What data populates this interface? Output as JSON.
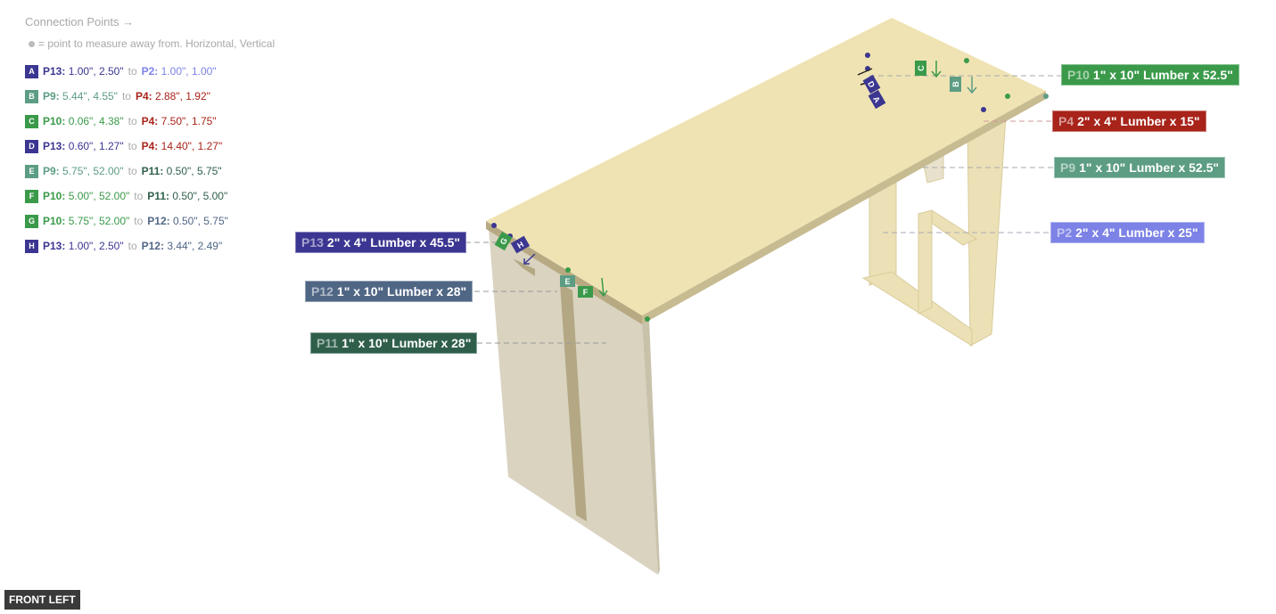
{
  "panel": {
    "title": "Connection Points →",
    "legend": "= point to measure away from. Horizontal, Vertical",
    "to_label": "to"
  },
  "colors": {
    "P13": "#3b3691",
    "P2": "#7c82e6",
    "P9": "#5c9d83",
    "P4": "#a8231a",
    "P10": "#3a9a4a",
    "P11": "#2f5f4b",
    "P12": "#506685",
    "tabletop": "#efe3b3",
    "leg_panel": "#d9d3c0"
  },
  "connections": [
    {
      "letter": "A",
      "from": "P13:",
      "from_coords": "1.00\", 2.50\"",
      "to": "P2:",
      "to_coords": "1.00\", 1.00\""
    },
    {
      "letter": "B",
      "from": "P9:",
      "from_coords": "5.44\", 4.55\"",
      "to": "P4:",
      "to_coords": "2.88\", 1.92\""
    },
    {
      "letter": "C",
      "from": "P10:",
      "from_coords": "0.06\", 4.38\"",
      "to": "P4:",
      "to_coords": "7.50\", 1.75\""
    },
    {
      "letter": "D",
      "from": "P13:",
      "from_coords": "0.60\", 1.27\"",
      "to": "P4:",
      "to_coords": "14.40\", 1.27\""
    },
    {
      "letter": "E",
      "from": "P9:",
      "from_coords": "5.75\", 52.00\"",
      "to": "P11:",
      "to_coords": "0.50\", 5.75\""
    },
    {
      "letter": "F",
      "from": "P10:",
      "from_coords": "5.00\", 52.00\"",
      "to": "P11:",
      "to_coords": "0.50\", 5.00\""
    },
    {
      "letter": "G",
      "from": "P10:",
      "from_coords": "5.75\", 52.00\"",
      "to": "P12:",
      "to_coords": "0.50\", 5.75\""
    },
    {
      "letter": "H",
      "from": "P13:",
      "from_coords": "1.00\", 2.50\"",
      "to": "P12:",
      "to_coords": "3.44\", 2.49\""
    }
  ],
  "parts": [
    {
      "id": "P10",
      "desc": "1\" x 10\" Lumber  x 52.5\""
    },
    {
      "id": "P4",
      "desc": "2\" x 4\" Lumber  x 15\""
    },
    {
      "id": "P9",
      "desc": "1\" x 10\" Lumber  x 52.5\""
    },
    {
      "id": "P2",
      "desc": "2\" x 4\" Lumber  x 25\""
    },
    {
      "id": "P13",
      "desc": "2\" x 4\" Lumber  x 45.5\""
    },
    {
      "id": "P12",
      "desc": "1\" x 10\" Lumber  x 28\""
    },
    {
      "id": "P11",
      "desc": "1\" x 10\" Lumber  x 28\""
    }
  ],
  "view_label": "FRONT LEFT"
}
